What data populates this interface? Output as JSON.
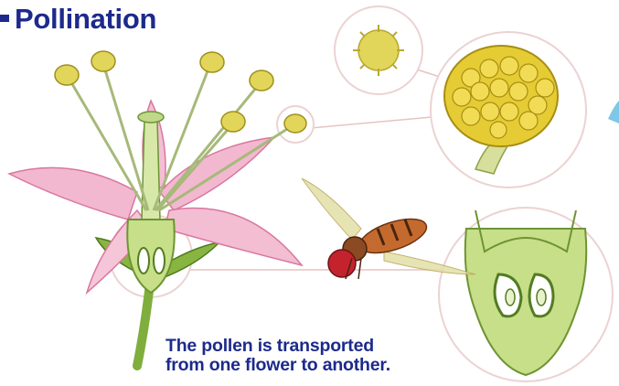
{
  "title": "Pollination",
  "caption": {
    "line1": "The pollen is transported",
    "line2": "from one flower to another."
  },
  "colors": {
    "title_text": "#1d2a8c",
    "caption_text": "#1d2a8c",
    "petal": "#f2b8cf",
    "petal_edge": "#d9769f",
    "stem": "#7fae3c",
    "ovary_fill": "#c9e08a",
    "pollen": "#e9dc63",
    "callout_ring": "#e9c9c9",
    "insect_body": "#c0582a"
  },
  "icons": [
    "flower-illustration",
    "pollen-grain-icon",
    "anther-closeup-icon",
    "insect-icon",
    "ovary-closeup-icon"
  ]
}
